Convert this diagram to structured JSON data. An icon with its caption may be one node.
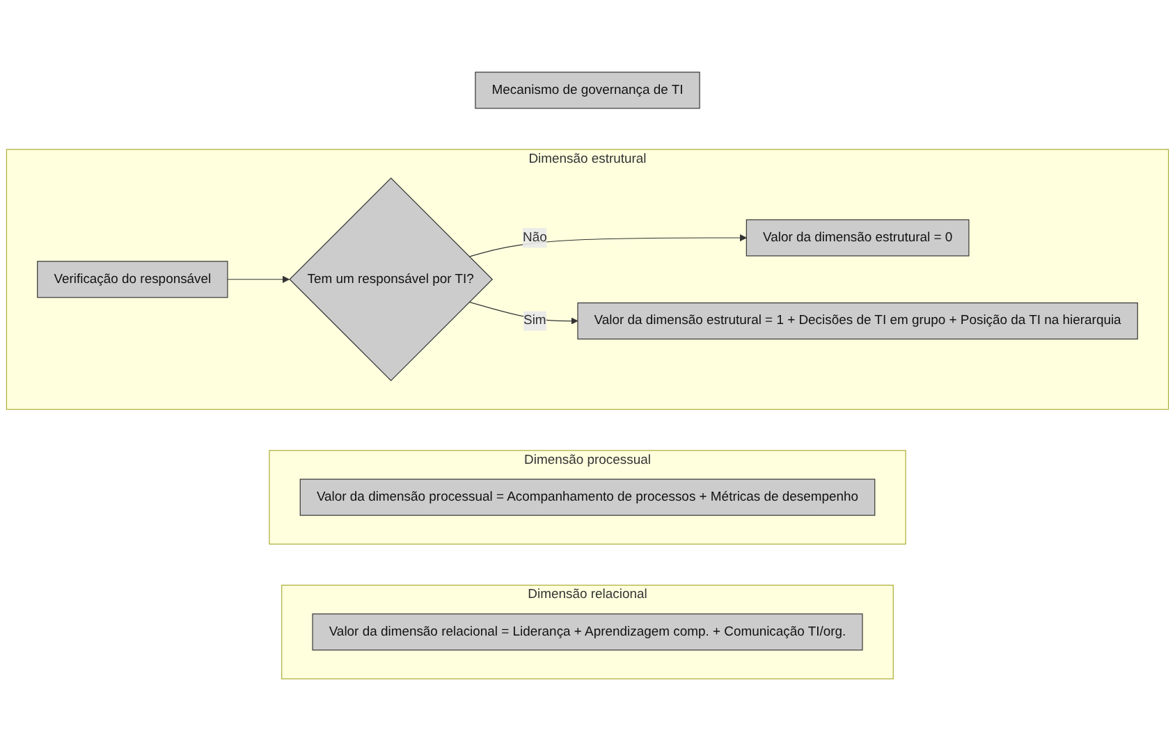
{
  "diagram": {
    "nodes": [
      {
        "text": [
          "Mecanismo de governança de TI"
        ]
      },
      {
        "text": [
          "Dimensão estrutural"
        ]
      },
      {
        "text": [
          "Verificação do responsável"
        ],
        "in": 1
      },
      {
        "text": [
          "Tem um responsável por TI?"
        ],
        "in": 1
      },
      {
        "text": [
          "Valor da dimensão estrutural = 0"
        ],
        "in": 1
      },
      {
        "text": [
          "Valor da dimensão estrutural = 1 + Decisões de TI em grupo + Posição da TI na hierarquia"
        ],
        "in": 1
      },
      {
        "text": [
          "Dimensão processual"
        ]
      },
      {
        "text": [
          "Valor da dimensão processual = Acompanhamento de processos + Métricas de desempenho"
        ],
        "in": 6
      },
      {
        "text": [
          "Dimensão relacional"
        ]
      },
      {
        "text": [
          "Valor da dimensão relacional = Liderança + Aprendizagem comp. + Comunicação TI/org."
        ],
        "in": 8
      }
    ],
    "edges": [
      {
        "from": 2,
        "to": 3,
        "arrow": "to"
      },
      {
        "from": 3,
        "to": 4,
        "arrow": "to",
        "label": "Não"
      },
      {
        "from": 3,
        "to": 5,
        "arrow": "to",
        "label": "Sim"
      }
    ]
  }
}
